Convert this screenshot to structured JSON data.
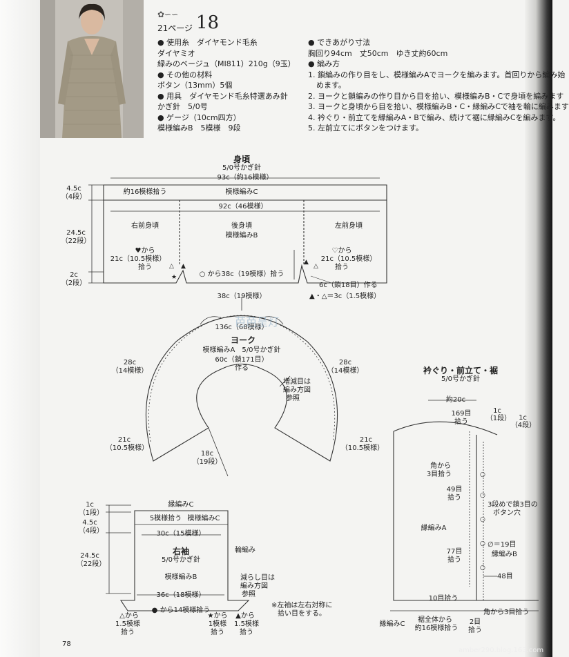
{
  "header": {
    "ornament": "✿∽∽",
    "page_ref": "21ページ",
    "number": "18"
  },
  "materials": [
    "● 使用糸　ダイヤモンド毛糸",
    "ダイヤミオ",
    "緑みのベージュ（MI811）210g（9玉）",
    "● その他の材料",
    "ボタン（13mm）5個",
    "● 用具　ダイヤモンド毛糸特選あみ針",
    "かぎ針　5/0号",
    "● ゲージ（10cm四方）",
    "模様編みB　5模様　9段"
  ],
  "finished": {
    "heading": "● できあがり寸法",
    "size": "胸回り94cm　丈50cm　ゆき丈約60cm",
    "method_heading": "● 編み方",
    "steps": [
      "1. 鎖編みの作り目をし、模様編みAでヨークを編みます。首回りから編み始",
      "めます。",
      "2. ヨークと鎖編みの作り目から目を拾い、模様編みB・Cで身頃を編みます",
      "3. ヨークと身頃から目を拾い、模様編みB・C・縁編みCで袖を輪に編みます",
      "4. 衿ぐり・前立てを縁編みA・Bで編み、続けて裾に縁編みCを編みます。",
      "5. 左前立てにボタンをつけます。"
    ]
  },
  "body": {
    "title": "身頃",
    "hook": "5/0号かぎ針",
    "top_width": "93c（約16模様）",
    "left_h1": "4.5c",
    "left_h1b": "（4段）",
    "left_h2": "24.5c",
    "left_h2b": "（22段）",
    "left_h3": "2c",
    "left_h3b": "（2段）",
    "pick16": "約16模様拾う",
    "patternC": "模様編みC",
    "width92": "92c（46模様）",
    "right_front": "右前身頃",
    "back": "後身頃",
    "patternB": "模様編みB",
    "left_front": "左前身頃",
    "heart_from": "♥から",
    "left_pick_a": "21c（10.5模様）",
    "left_pick_b": "拾う",
    "open_heart_from": "♡から",
    "right_pick_a": "21c（10.5模様）",
    "right_pick_b": "拾う",
    "bottom_pick": "○ から38c（19模様）拾う",
    "chain": "6c（鎖18目）作る",
    "note": "▲・△＝3c（1.5模様）"
  },
  "yoke": {
    "top": "38c（19模様）",
    "inner136": "136c（68模様）",
    "title": "ヨーク",
    "pattern": "模様編みA　5/0号かぎ針",
    "chain": "60c（鎖171目）",
    "make": "作る",
    "left28": "28c",
    "left28b": "（14模様）",
    "right28": "28c",
    "right28b": "（14模様）",
    "inc1": "増減目は",
    "inc2": "編み方図",
    "inc3": "参照",
    "left21": "21c",
    "left21b": "（10.5模様）",
    "right21": "21c",
    "right21b": "（10.5模様）",
    "bot18": "18c",
    "bot18b": "（19段）"
  },
  "sleeve": {
    "h1": "1c",
    "h1b": "（1段）",
    "h2": "4.5c",
    "h2b": "（4段）",
    "h3": "24.5c",
    "h3b": "（22段）",
    "edgeC": "縁編みC",
    "pick5": "5模様拾う",
    "patC": "模様編みC",
    "w30": "30c（15模様）",
    "title": "右袖",
    "hook": "5/0号かぎ針",
    "round": "輪編み",
    "patB": "模様編みB",
    "dec1": "減らし目は",
    "dec2": "編み方図",
    "dec3": "参照",
    "w36": "36c（18模様）",
    "dot_pick": "● から14模様拾う",
    "tri_from": "△から",
    "tri_pick": "1.5模様",
    "tri_pick2": "拾う",
    "star_from": "★から",
    "star_pick": "1模様",
    "star_pick2": "拾う",
    "fill_from": "▲から",
    "fill_pick": "1.5模様",
    "fill_pick2": "拾う",
    "note1": "※左袖は左右対称に",
    "note2": "拾い目をする。"
  },
  "collar": {
    "title": "衿ぐり・前立て・裾",
    "hook": "5/0号かぎ針",
    "w20": "約20c",
    "t169": "169目",
    "t169b": "拾う",
    "r1c": "1c",
    "r1cb": "（1段）",
    "r1c2": "1c",
    "r1c2b": "（4段）",
    "corner1": "角から",
    "corner1b": "3目拾う",
    "s49": "49目",
    "s49b": "拾う",
    "btn1": "3段めで鎖3目の",
    "btn2": "ボタン穴",
    "edgeA": "縁編みA",
    "mark19": "∅＝19目",
    "s77": "77目",
    "s77b": "拾う",
    "edgeB": "縁編みB",
    "r48": "48目",
    "s10": "10目拾う",
    "corner2": "角から3目拾う",
    "hem1": "裾全体から",
    "hem2": "約16模様拾う",
    "edgeC": "縁編みC",
    "two1": "2目",
    "two2": "拾う"
  },
  "page_number": "78",
  "watermark": "芭芭呈灯",
  "footer_url": "amber290.blog.163.com"
}
